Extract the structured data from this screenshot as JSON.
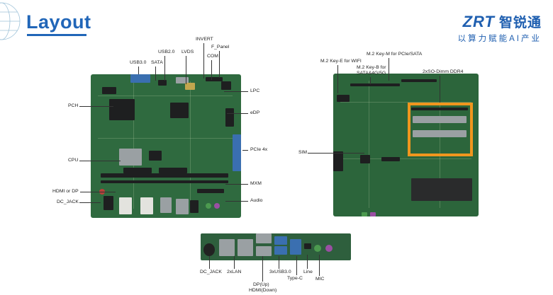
{
  "header": {
    "title": "Layout",
    "logo_brand": "ZRT",
    "logo_cn": "智锐通",
    "logo_slogan": "以算力赋能AI产业"
  },
  "front_labels": {
    "usb30": "USB3.0",
    "sata": "SATA",
    "usb20": "USB2.0",
    "lvds": "LVDS",
    "invert": "INVERT",
    "f_panel": "F_Panel",
    "com": "COM",
    "lpc": "LPC",
    "edp": "eDP",
    "pcie4x": "PCIe 4x",
    "mxm": "MXM",
    "audio": "Audio",
    "pch": "PCH",
    "cpu": "CPU",
    "hdmi_dp": "HDMI or DP",
    "dc_jack": "DC_JACK"
  },
  "back_labels": {
    "m2_m": "M.2 Key-M for PCIe/SATA",
    "m2_e": "M.2 Key-E for WIFI",
    "m2_b_line1": "M.2 Key-B for",
    "m2_b_line2": "SATA&4G/5G",
    "so_dimm": "2xSO-Dimm DDR4",
    "sim": "SIM"
  },
  "io_labels": {
    "dc_jack": "DC_JACK",
    "lan": "2xLAN",
    "dp_hdmi_line1": "DP(Up)",
    "dp_hdmi_line2": "HDMI(Down)",
    "usb30x3": "3xUSB3.0",
    "typec": "Type-C",
    "line": "Line",
    "mic": "MIC"
  },
  "colors": {
    "title_blue": "#2166b8",
    "pcb_green": "#2f6a3f",
    "highlight_orange": "#f0961e"
  }
}
